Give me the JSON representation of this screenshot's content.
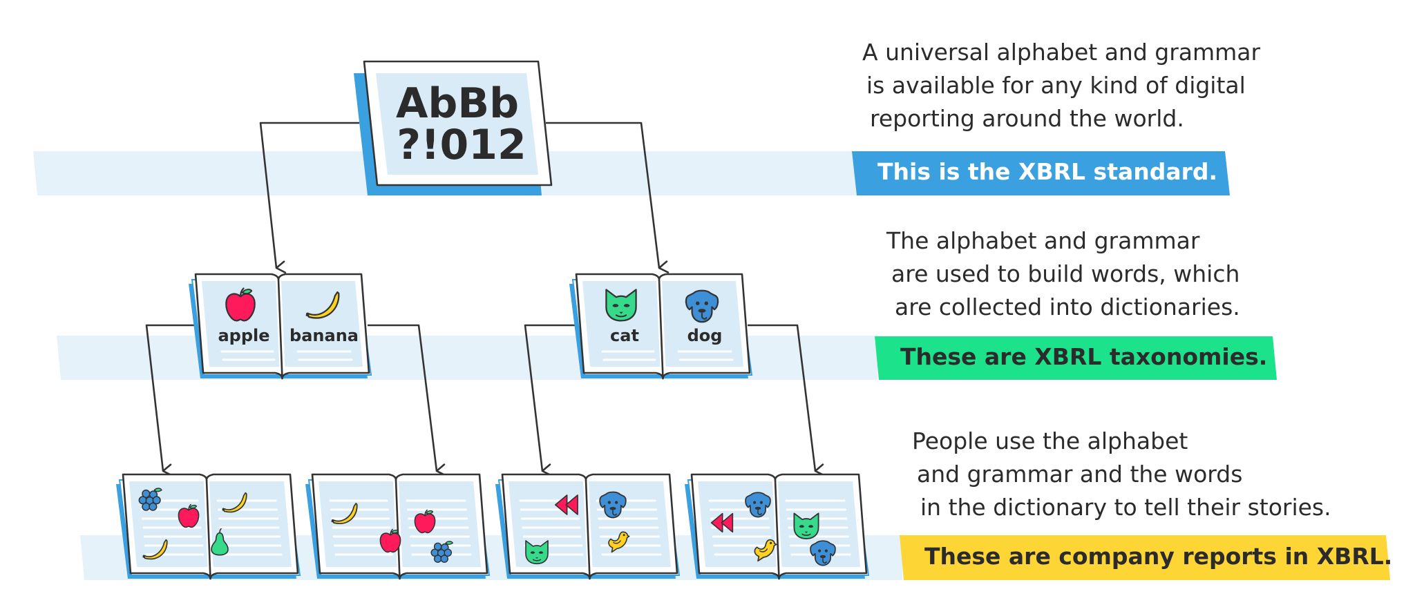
{
  "colors": {
    "outline": "#333333",
    "page_fill": "#d9ebf7",
    "book_blue": "#3aa0e0",
    "band_light": "#e6f2fa",
    "standard_banner": "#3aa0e0",
    "taxonomy_banner": "#1de28c",
    "report_banner": "#fdd535",
    "apple_red": "#ff1a5b",
    "banana_yellow": "#ffd21f",
    "grape_blue": "#3f8fd6",
    "pear_green": "#37d98b",
    "cat_green": "#37d98b",
    "dog_blue": "#3f8fd6",
    "rewind_pink": "#ff1a5b"
  },
  "alphabet_card": {
    "line1": "AbBb",
    "line2": "?!012"
  },
  "dictionaries": [
    {
      "left_word": "apple",
      "right_word": "banana",
      "left_icon": "apple-icon",
      "right_icon": "banana-icon"
    },
    {
      "left_word": "cat",
      "right_word": "dog",
      "left_icon": "cat-icon",
      "right_icon": "dog-icon"
    }
  ],
  "reports": [
    {
      "icons": [
        "grapes-icon",
        "apple-icon",
        "banana-icon",
        "banana-icon",
        "pear-icon"
      ]
    },
    {
      "icons": [
        "banana-icon",
        "apple-icon",
        "apple-icon",
        "grapes-icon"
      ]
    },
    {
      "icons": [
        "rewind-icon",
        "dog-icon",
        "cat-icon",
        "bird-icon"
      ]
    },
    {
      "icons": [
        "rewind-icon",
        "dog-icon",
        "cat-icon",
        "bird-icon",
        "dog-icon"
      ]
    }
  ],
  "rows": [
    {
      "description": [
        "A universal alphabet and grammar",
        "is available for any kind of digital",
        "reporting around the world."
      ],
      "banner": "This is the XBRL standard."
    },
    {
      "description": [
        "The alphabet and grammar",
        "are used to build words, which",
        "are collected into dictionaries."
      ],
      "banner": "These are XBRL taxonomies."
    },
    {
      "description": [
        "People use the alphabet",
        "and grammar and the words",
        "in the dictionary to tell their stories."
      ],
      "banner": "These are company reports in XBRL."
    }
  ]
}
